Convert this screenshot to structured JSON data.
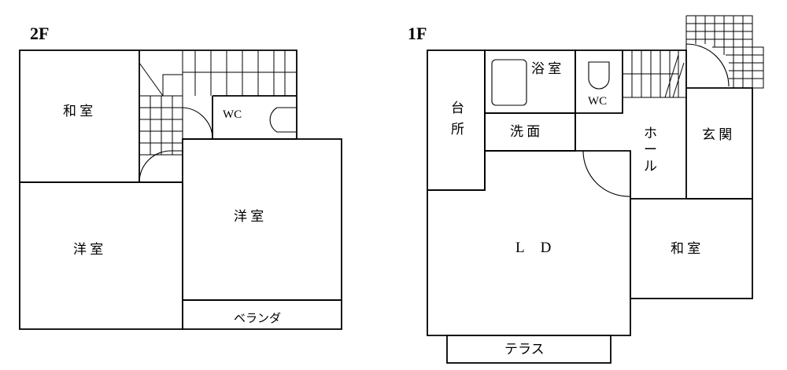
{
  "floors": {
    "second": {
      "title": "2F",
      "rooms": {
        "japanese_room": "和 室",
        "wc": "WC",
        "western_room_right": "洋 室",
        "western_room_left": "洋 室",
        "veranda": "ベランダ"
      }
    },
    "first": {
      "title": "1F",
      "rooms": {
        "bathroom": "浴 室",
        "wc": "WC",
        "kitchen_char1": "台",
        "kitchen_char2": "所",
        "washroom": "洗 面",
        "hall_char1": "ホ",
        "hall_char2": "ー",
        "hall_char3": "ル",
        "entrance": "玄 関",
        "living_dining": "L D",
        "japanese_room": "和 室",
        "terrace": "テラス"
      }
    }
  }
}
